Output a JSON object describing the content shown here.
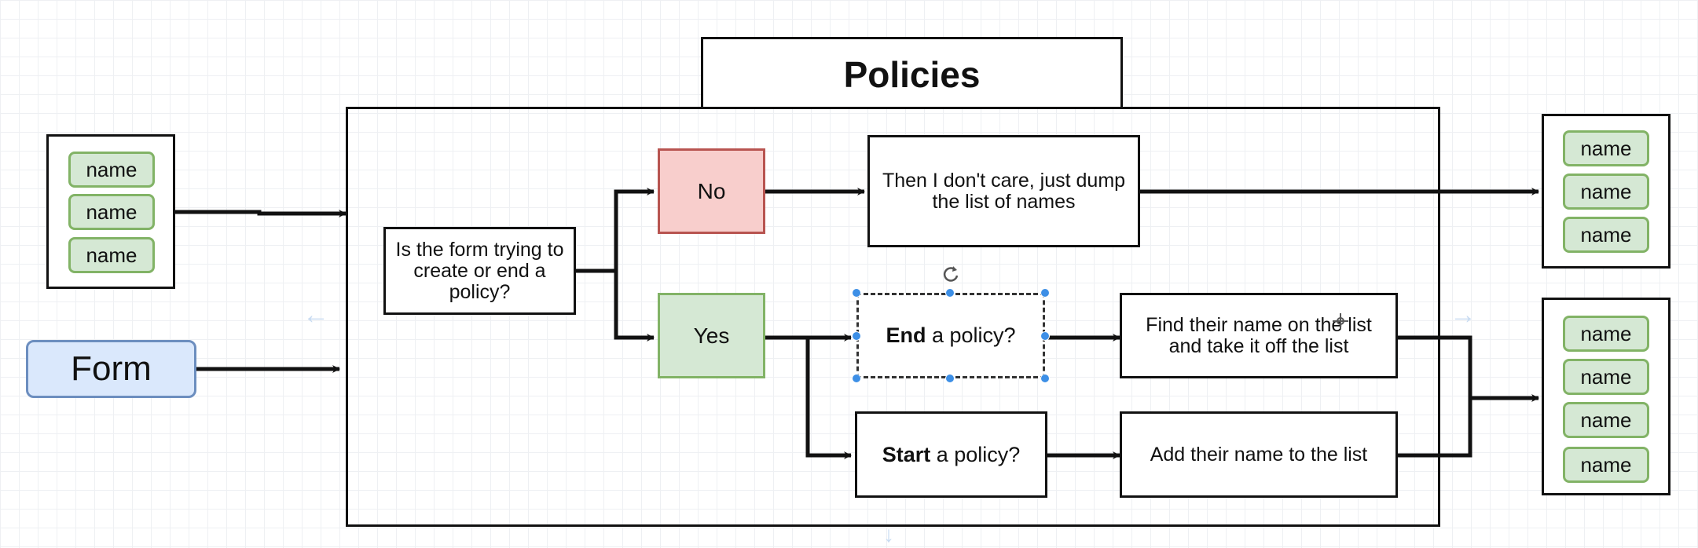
{
  "diagram": {
    "title": "Policies",
    "question": "Is the form trying to create or end a policy?",
    "no_label": "No",
    "yes_label": "Yes",
    "no_action": "Then I don't care, just dump the list of names",
    "end_bold": "End",
    "end_rest": " a policy?",
    "start_bold": "Start",
    "start_rest": " a policy?",
    "find_action": "Find their name on the list and take it off the list",
    "add_action": "Add their name to the list",
    "form_label": "Form",
    "input_names": [
      "name",
      "name",
      "name"
    ],
    "output_top_names": [
      "name",
      "name",
      "name"
    ],
    "output_bottom_names": [
      "name",
      "name",
      "name",
      "name"
    ],
    "colors": {
      "no_fill": "#f8cecc",
      "no_stroke": "#b85450",
      "yes_fill": "#d5e8d4",
      "yes_stroke": "#82b366",
      "form_fill": "#dae8fc",
      "form_stroke": "#6c8ebf",
      "selection": "#3d8fe6"
    }
  }
}
